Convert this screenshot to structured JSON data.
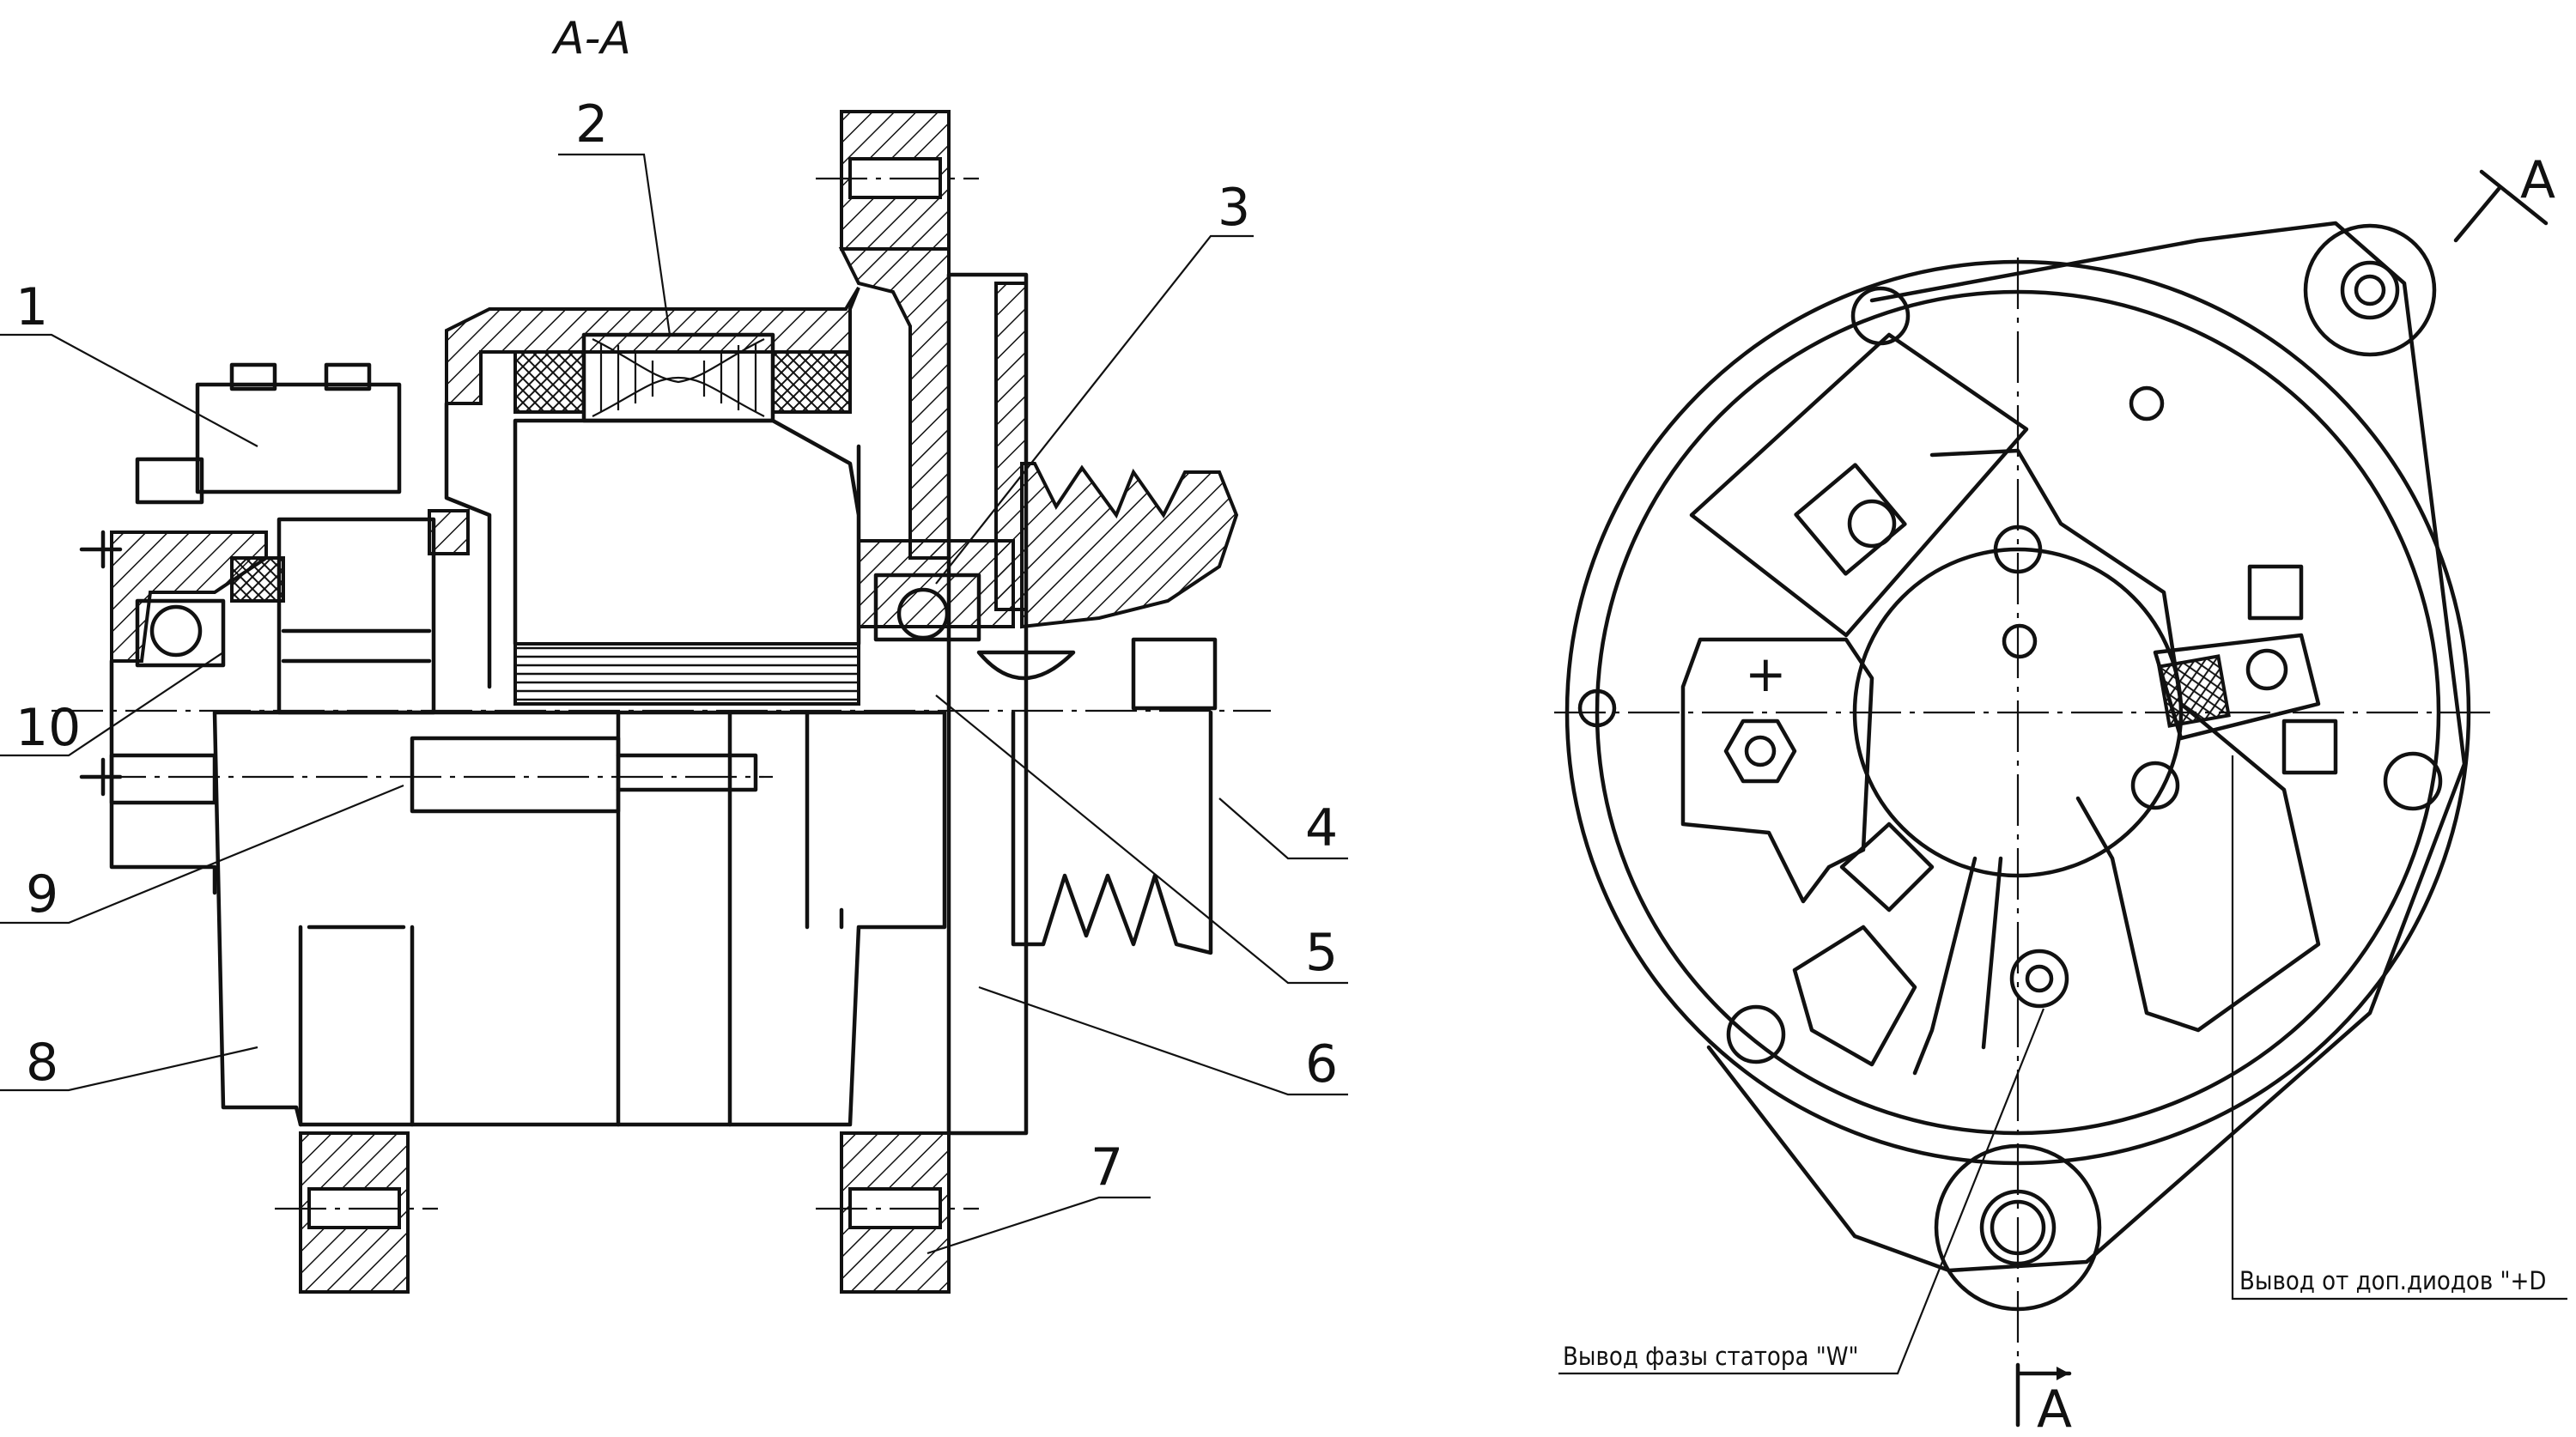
{
  "section_title": "A-A",
  "callouts": [
    "1",
    "2",
    "3",
    "4",
    "5",
    "6",
    "7",
    "8",
    "9",
    "10"
  ],
  "section_marks": {
    "top": "A",
    "bottom": "A"
  },
  "plus_sign": "+",
  "annotations": {
    "stator_phase": "Вывод фазы статора \"W\"",
    "extra_diodes": "Вывод от доп.диодов \"+D"
  }
}
